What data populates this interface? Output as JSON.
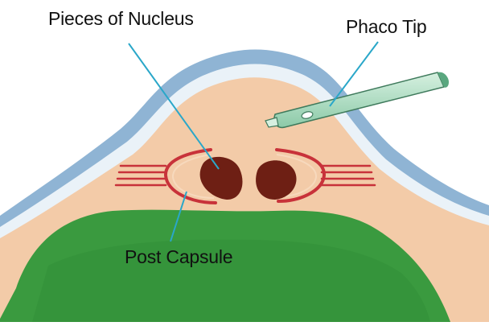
{
  "labels": {
    "nucleus": "Pieces of Nucleus",
    "phaco_tip": "Phaco Tip",
    "post_capsule": "Post Capsule"
  },
  "colors": {
    "background": "#ffffff",
    "cornea_outer": "#8fb4d4",
    "cornea_inner": "#eaf2f8",
    "anterior_chamber": "#f3cba8",
    "vitreous": "#3a9a3f",
    "nucleus": "#6e1f14",
    "capsule": "#c8323a",
    "probe": "#b4e0c8",
    "leader_line": "#2aa7c9",
    "text": "#111111"
  }
}
